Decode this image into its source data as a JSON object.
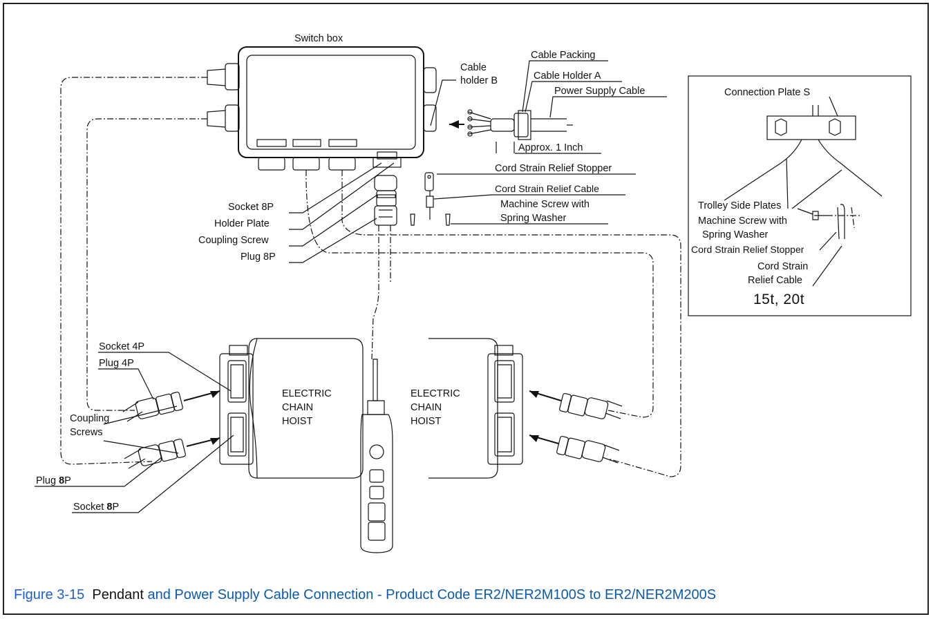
{
  "labels": {
    "switch_box": "Switch box",
    "cable_holder_b_1": "Cable",
    "cable_holder_b_2": "holder B",
    "cable_packing": "Cable Packing",
    "cable_holder_a": "Cable Holder A",
    "power_supply_cable": "Power Supply Cable",
    "approx_1_inch": "Approx. 1 Inch",
    "cord_strain_relief_stopper": "Cord Strain Relief Stopper",
    "cord_strain_relief_cable": "Cord Strain Relief Cable",
    "machine_screw_1": "Machine Screw with",
    "machine_screw_2": "Spring Washer",
    "socket_8p_top": "Socket 8P",
    "holder_plate": "Holder Plate",
    "coupling_screw": "Coupling Screw",
    "plug_8p_top": "Plug 8P",
    "socket_4p": "Socket 4P",
    "plug_4p": "Plug 4P",
    "coupling_screws_1": "Coupling",
    "coupling_screws_2": "Screws",
    "plug_8p_bottom_a": "Plug ",
    "plug_8p_bottom_b": "8",
    "plug_8p_bottom_c": "P",
    "socket_8p_bottom_a": "Socket ",
    "socket_8p_bottom_b": "8",
    "socket_8p_bottom_c": "P",
    "hoist_left": [
      "ELECTRIC",
      "CHAIN",
      "HOIST"
    ],
    "hoist_right": [
      "ELECTRIC",
      "CHAIN",
      "HOIST"
    ]
  },
  "inset": {
    "connection_plate_s": "Connection Plate S",
    "trolley_side_plates": "Trolley Side Plates",
    "machine_screw_1": "Machine Screw with",
    "machine_screw_2": "Spring Washer",
    "cord_strain_relief_stopper": "Cord Strain Relief Stopper",
    "cord_strain_1": "Cord Strain",
    "cord_strain_2": "Relief Cable",
    "capacity": "15t, 20t"
  },
  "caption": {
    "figure_number": "Figure 3-15",
    "pendant_word": "Pendant",
    "rest": " and Power Supply Cable Connection - Product Code ER2/NER2M100S to ER2/NER2M200S"
  }
}
